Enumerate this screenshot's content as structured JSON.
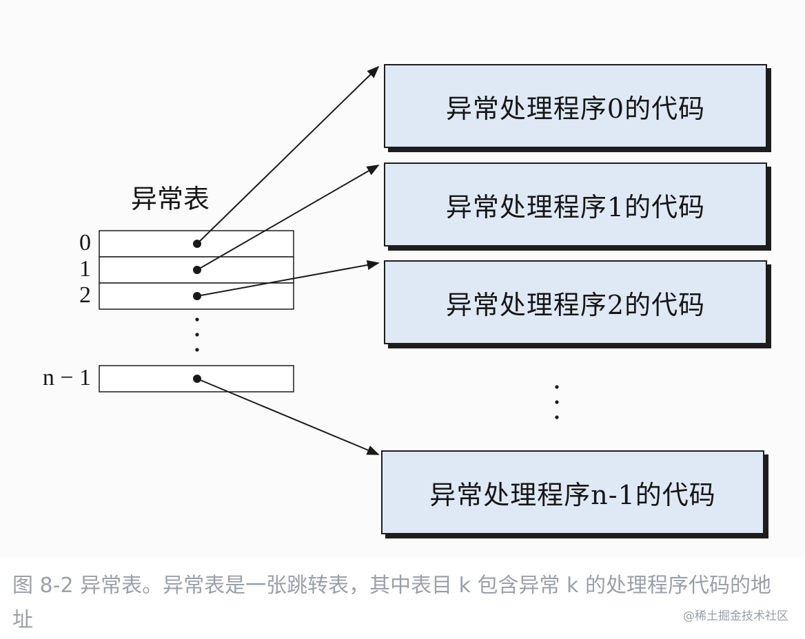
{
  "diagram": {
    "table_title": "异常表",
    "row_indices": [
      "0",
      "1",
      "2",
      "n − 1"
    ],
    "handlers": [
      "异常处理程序0的代码",
      "异常处理程序1的代码",
      "异常处理程序2的代码",
      "异常处理程序n-1的代码"
    ]
  },
  "caption": "图 8-2 异常表。异常表是一张跳转表，其中表目 k 包含异常 k 的处理程序代码的地址",
  "watermark": "@稀土掘金技术社区"
}
